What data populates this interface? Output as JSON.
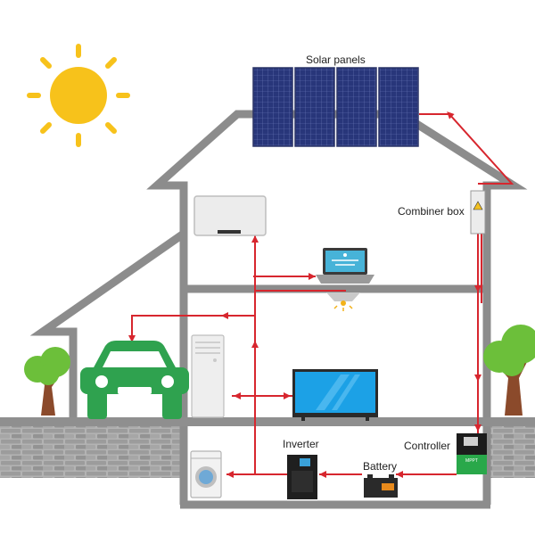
{
  "labels": {
    "solar_panels": "Solar panels",
    "combiner_box": "Combiner box",
    "inverter": "Inverter",
    "battery": "Battery",
    "controller": "Controller",
    "mppt": "MPPT"
  },
  "colors": {
    "wire": "#d7262e",
    "house_outline": "#8c8c8c",
    "sun": "#f7c21b",
    "panel": "#25306b",
    "car": "#2fa24f",
    "tree_leaf": "#6cbf3a",
    "tree_trunk": "#8b4a2b",
    "brick": "#a9a9a9",
    "ground": "#909090",
    "tv_screen": "#1ca1e6",
    "controller_green": "#29a84a"
  },
  "icons": [
    "sun-icon",
    "solar-panel-icon",
    "combiner-box-icon",
    "wall-unit-icon",
    "laptop-icon",
    "ceiling-lamp-icon",
    "car-icon",
    "tree-icon",
    "air-conditioner-icon",
    "tv-icon",
    "washing-machine-icon",
    "inverter-icon",
    "battery-icon",
    "controller-icon"
  ]
}
